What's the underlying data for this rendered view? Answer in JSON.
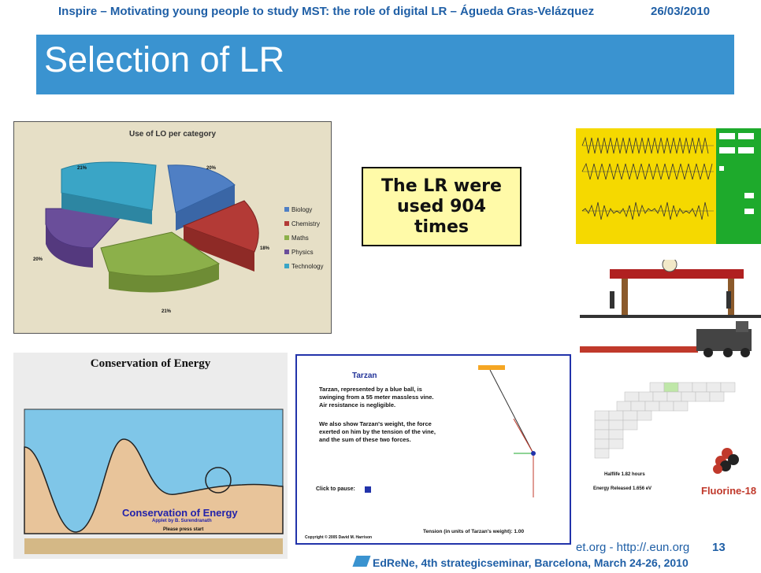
{
  "header": {
    "text": "Inspire – Motivating young people to study MST: the role of digital LR – Águeda Gras-Velázquez",
    "date": "26/03/2010"
  },
  "slide_title": "Selection of LR",
  "pie": {
    "title": "Use of LO per category",
    "legend": [
      "Biology",
      "Chemistry",
      "Maths",
      "Physics",
      "Technology"
    ],
    "labels": [
      "20%",
      "18%",
      "21%",
      "20%",
      "21%"
    ],
    "colors": [
      "#4f7fc4",
      "#b33a36",
      "#8cb04a",
      "#6a4e9a",
      "#3aa5c6"
    ]
  },
  "callout": {
    "line1": "The LR were",
    "line2": "used 904",
    "line3": "times"
  },
  "energy": {
    "title": "Conservation of Energy",
    "big_label": "Conservation of Energy",
    "byline": "Applet by B. Surendranath",
    "instruction": "Please press start"
  },
  "tarzan": {
    "title": "Tarzan",
    "desc": "Tarzan, represented by a blue ball, is swinging from a 55 meter massless vine. Air resistance is negligible.",
    "desc2": "We also show Tarzan's weight, the force exerted on him by the tension of the vine, and the sum of these two forces.",
    "click_label": "Click to pause:",
    "tension": "Tension (in units of Tarzan's weight): 1.00",
    "copyright": "Copyright © 2005 David M. Harrison"
  },
  "fluorine": {
    "halflife": "Halflife 1.82 hours",
    "energy": "Energy Released 1.656 eV",
    "name": "Fluorine-18"
  },
  "footer": {
    "url_fragment": "et.org - http://.eun.org",
    "page": "13",
    "seminar": "EdReNe, 4th strategicseminar, Barcelona, March 24-26, 2010"
  }
}
